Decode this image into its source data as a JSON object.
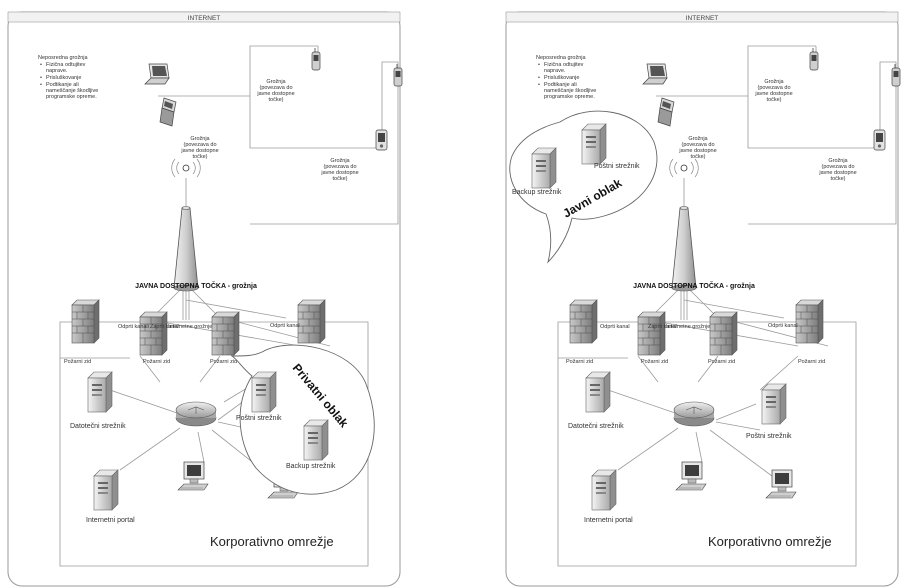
{
  "panels": [
    {
      "header": "INTERNET",
      "threats_title": "Neposredna grožnja",
      "threats_items": [
        "Fizična odtujitev",
        "naprave.",
        "Prisluškovanje",
        "Podtikanje ali",
        "nameščanje škodljive",
        "programske opreme."
      ],
      "groznja_label": [
        "Grožnja",
        "(povezava do",
        "javne dostopne",
        "točke)"
      ],
      "access_point": "JAVNA DOSTOPNA TOČKA - grožnja",
      "odprti_kanali": "Odprti kanali",
      "odprti_kanal_short": "Odprti kanal",
      "zaprti_kanal": "Zaprti kanal",
      "pozarni_zid": "Požarni zid",
      "internetne_groznje": "Internetne grožnje",
      "datotecni": "Datotečni strežnik",
      "postni": "Poštni strežnik",
      "backup": "Backup strežnik",
      "portal": "Internetni portal",
      "corp": "Korporativno omrežje",
      "cloud_title": "Privatni oblak"
    },
    {
      "header": "INTERNET",
      "threats_title": "Neposredna grožnja",
      "threats_items": [
        "Fizična odtujitev",
        "naprave.",
        "Prisluškovanje",
        "Podtikanje ali",
        "nameščanje škodljive",
        "programske opreme."
      ],
      "groznja_label": [
        "Grožnja",
        "(povezava do",
        "javne dostopne",
        "točke)"
      ],
      "access_point": "JAVNA DOSTOPNA TOČKA - grožnja",
      "odprti_kanali": "Odprti kanali",
      "odprti_kanal_short": "Odprti kanal",
      "zaprti_kanal": "Zaprti kanal",
      "pozarni_zid": "Požarni zid",
      "internetne_groznje": "Internetne grožnje",
      "datotecni": "Datotečni strežnik",
      "postni": "Poštni strežnik",
      "backup": "Backup strežnik",
      "portal": "Internetni portal",
      "corp": "Korporativno omrežje",
      "cloud_title": "Javni oblak"
    }
  ]
}
